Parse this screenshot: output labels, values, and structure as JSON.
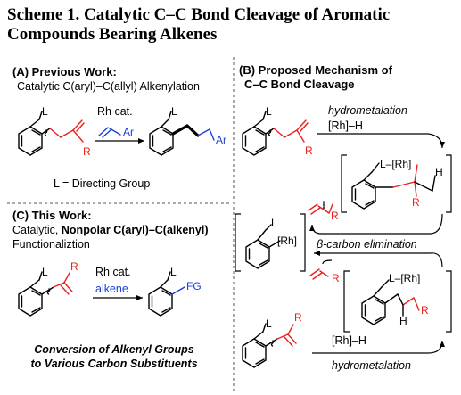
{
  "title_line1": "Scheme 1. Catalytic C–C Bond Cleavage of Aromatic",
  "title_line2": "Compounds Bearing Alkenes",
  "panel_a": {
    "heading": "(A) Previous Work:",
    "subtitle": "Catalytic C(aryl)–C(allyl) Alkenylation",
    "reagent": "Rh cat.",
    "ar": "Ar",
    "r": "R",
    "l": "L",
    "note": "L = Directing Group"
  },
  "panel_b": {
    "heading1": "(B) Proposed Mechanism of",
    "heading2": "C–C Bond Cleavage",
    "top_label": "hydrometalation",
    "top_reagent": "[Rh]–H",
    "mid_label": "β-carbon elimination",
    "bottom_reagent": "[Rh]–H",
    "bottom_label": "hydrometalation",
    "rh_bracket": "[Rh]",
    "l_rh": "L–[Rh]",
    "h": "H",
    "r": "R",
    "l": "L"
  },
  "panel_c": {
    "heading": "(C) This Work:",
    "line2_prefix": "Catalytic, ",
    "line2_bold": "Nonpolar C(aryl)–C(alkenyl)",
    "line3": "Functionaliztion",
    "reagent": "Rh cat.",
    "reagent2": "alkene",
    "fg": "FG",
    "r": "R",
    "l": "L",
    "footer1": "Conversion of Alkenyl Groups",
    "footer2": "to Various Carbon Substituents"
  },
  "colors": {
    "black": "#000000",
    "red": "#e8211f",
    "blue": "#1a3fd6"
  }
}
